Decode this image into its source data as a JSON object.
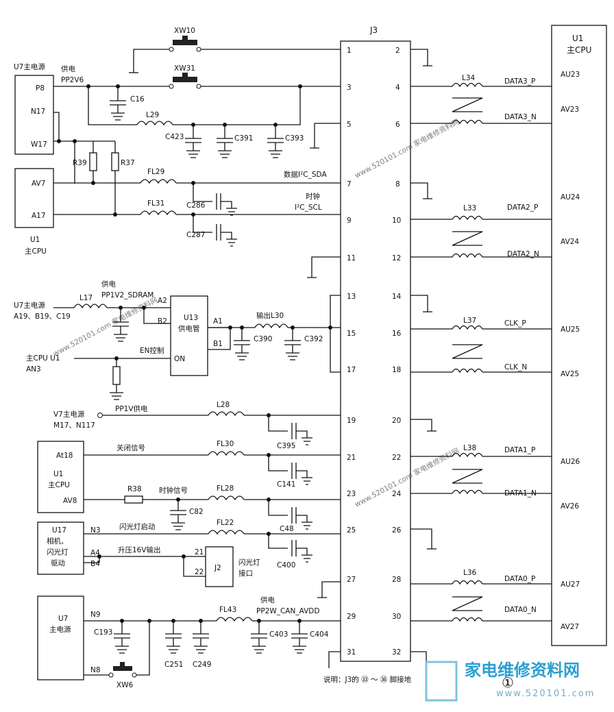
{
  "connector": {
    "name": "J3",
    "left_pins": [
      "1",
      "3",
      "5",
      "7",
      "9",
      "11",
      "13",
      "15",
      "17",
      "19",
      "21",
      "23",
      "25",
      "27",
      "29",
      "31"
    ],
    "right_pins": [
      "2",
      "4",
      "6",
      "8",
      "10",
      "12",
      "14",
      "16",
      "18",
      "20",
      "22",
      "24",
      "26",
      "28",
      "30",
      "32"
    ]
  },
  "cpu_right": {
    "name": "U1",
    "sub": "主CPU",
    "pins": [
      "AU23",
      "AV23",
      "AU24",
      "AV24",
      "AU25",
      "AV25",
      "AU26",
      "AV26",
      "AU27",
      "AV27"
    ]
  },
  "nets_right": [
    "DATA3_P",
    "DATA3_N",
    "DATA2_P",
    "DATA2_N",
    "CLK_P",
    "CLK_N",
    "DATA1_P",
    "DATA1_N",
    "DATA0_P",
    "DATA0_N"
  ],
  "inductors_right": [
    "L34",
    "L33",
    "L37",
    "L38",
    "L36"
  ],
  "block_top": {
    "title": "U7主电源",
    "pins": [
      "P8",
      "N17",
      "W17"
    ],
    "net": "PP2V6",
    "net_prefix": "供电"
  },
  "block_cpu1": {
    "pins": [
      "AV7",
      "A17"
    ],
    "label1": "U1",
    "label2": "主CPU"
  },
  "switches": [
    "XW10",
    "XW31",
    "XW6"
  ],
  "parts_top": [
    "C16",
    "L29",
    "C423",
    "C391",
    "C393",
    "R39",
    "R37",
    "FL29",
    "FL31",
    "C286",
    "C287"
  ],
  "net_i2c": {
    "sda": "数据I²C_SDA",
    "scl_a": "时钟",
    "scl_b": "I²C_SCL"
  },
  "sdram": {
    "src1": "U7主电源",
    "src2": "A19、B19、C19",
    "inductor": "L17",
    "net1": "供电",
    "net2": "PP1V2_SDRAM",
    "chip": "U13",
    "chip_sub": "供电管",
    "pins": [
      "A2",
      "B2",
      "A1",
      "B1",
      "ON"
    ],
    "out": "输出L30",
    "caps": [
      "C390",
      "C392"
    ],
    "en_src1": "主CPU U1",
    "en_src2": "AN3",
    "en": "EN控制"
  },
  "pp1v": {
    "src1": "V7主电源",
    "src2": "M17、N117",
    "net": "PP1V供电",
    "inductor": "L28",
    "cap": "C395"
  },
  "block_cpu2": {
    "pin1": "At18",
    "label1": "U1",
    "label2": "主CPU",
    "pin2": "AV8",
    "sig1": "关闭信号",
    "fl1": "FL30",
    "cap1": "C141",
    "res": "R38",
    "sig2": "时钟信号",
    "fl2": "FL28",
    "cap2": "C82",
    "cap3": "C48"
  },
  "block_u17": {
    "l1": "U17",
    "l2": "相机、",
    "l3": "闪光灯",
    "l4": "驱动",
    "pins": [
      "N3",
      "A4",
      "B4"
    ],
    "sig1": "闪光灯启动",
    "fl": "FL22",
    "cap": "C400",
    "sig2": "升压16V输出",
    "j2": "J2",
    "j2_pins": [
      "21",
      "22"
    ],
    "j2_l1": "闪光灯",
    "j2_l2": "接口"
  },
  "block_u7b": {
    "l1": "U7",
    "l2": "主电源",
    "pins": [
      "N9",
      "N8"
    ],
    "caps": [
      "C193",
      "C251",
      "C249",
      "C403",
      "C404"
    ],
    "fl": "FL43",
    "net1": "供电",
    "net2": "PP2W_CAN_AVDD"
  },
  "note": "说明：J3的 ㉝ ～ ㊱ 脚接地",
  "page_mark": "①",
  "logo": {
    "text": "家电维修资料网",
    "url": "www.520101.com"
  },
  "watermark": "www.520101.com  家电维修资料网"
}
